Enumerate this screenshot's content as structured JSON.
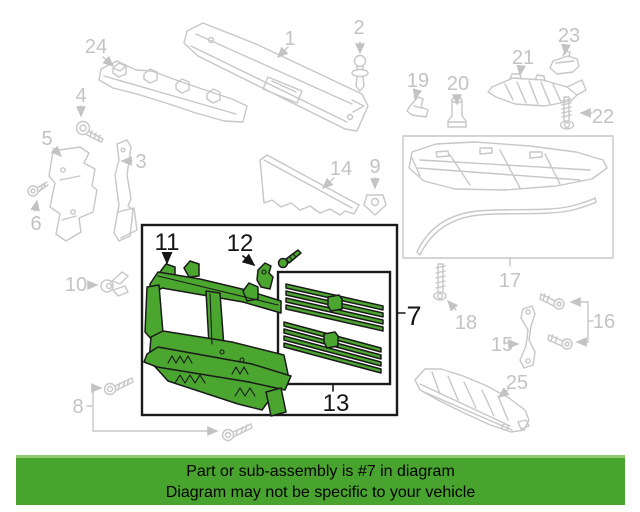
{
  "colors": {
    "background": "#ffffff",
    "line_gray": "#c7c7c7",
    "label_gray": "#c3c3c3",
    "outline_black": "#1a1a1a",
    "part_green": "#4aa62e",
    "banner_green": "#48a42e",
    "banner_border": "#8fc96c",
    "banner_text": "#000000"
  },
  "labels": {
    "n1": "1",
    "n2": "2",
    "n3": "3",
    "n4": "4",
    "n5": "5",
    "n6": "6",
    "n7": "7",
    "n8": "8",
    "n9": "9",
    "n10": "10",
    "n11": "11",
    "n12": "12",
    "n13": "13",
    "n14": "14",
    "n15": "15",
    "n16": "16",
    "n17": "17",
    "n18": "18",
    "n19": "19",
    "n20": "20",
    "n21": "21",
    "n22": "22",
    "n23": "23",
    "n24": "24",
    "n25": "25"
  },
  "highlighted_part_number": "7",
  "highlighted_callouts": [
    "7",
    "11",
    "12",
    "13"
  ],
  "banner": {
    "line1": "Part or sub-assembly is #7 in diagram",
    "line2": "Diagram may not be specific to your vehicle"
  }
}
